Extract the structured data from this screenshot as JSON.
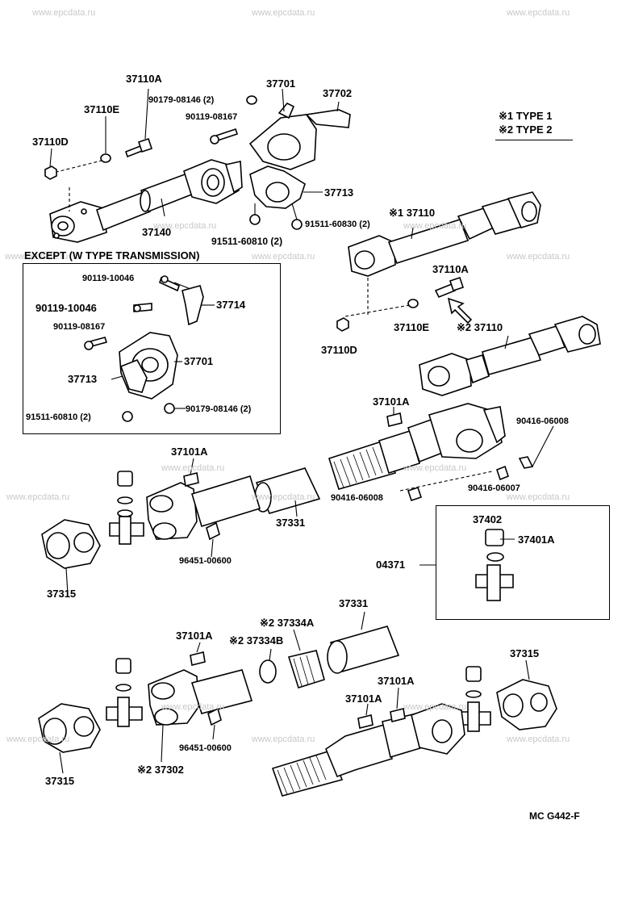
{
  "watermark": "www.epcdata.ru",
  "legend": {
    "line1": "※1 TYPE 1",
    "line2": "※2 TYPE 2"
  },
  "except_box": {
    "title": "EXCEPT (W TYPE TRANSMISSION)"
  },
  "labels": {
    "p37110A_top": "37110A",
    "p90179_08146_top": "90179-08146 (2)",
    "p37701_top": "37701",
    "p37702": "37702",
    "p37110E_top": "37110E",
    "p90119_08167_top": "90119-08167",
    "p37110D_top": "37110D",
    "p37713_top": "37713",
    "p37140": "37140",
    "p91511_60830": "91511-60830 (2)",
    "p91511_60810_top": "91511-60810 (2)",
    "p37110_t1": "※1 37110",
    "p37110A_mid": "37110A",
    "p37110E_mid": "37110E",
    "p37110D_mid": "37110D",
    "p37110_t2": "※2 37110",
    "p90119_10046_a": "90119-10046",
    "p90119_10046_b": "90119-10046",
    "p37714": "37714",
    "p90119_08167_box": "90119-08167",
    "p37701_box": "37701",
    "p37713_box": "37713",
    "p91511_60810_box": "91511-60810 (2)",
    "p90179_08146_box": "90179-08146 (2)",
    "p37101A_1": "37101A",
    "p37101A_2": "37101A",
    "p90416_06008_a": "90416-06008",
    "p90416_06007": "90416-06007",
    "p90416_06008_b": "90416-06008",
    "p37331_mid": "37331",
    "p96451_00600_a": "96451-00600",
    "p37315_a": "37315",
    "p37402": "37402",
    "p37401A": "37401A",
    "p04371": "04371",
    "p37331_low": "37331",
    "p37334A": "※2 37334A",
    "p37101A_3": "37101A",
    "p37334B": "※2 37334B",
    "p37315_b": "37315",
    "p37101A_4": "37101A",
    "p37101A_5": "37101A",
    "p96451_00600_b": "96451-00600",
    "p37302": "※2 37302",
    "p37315_c": "37315",
    "drawing_code": "MC  G442-F"
  }
}
